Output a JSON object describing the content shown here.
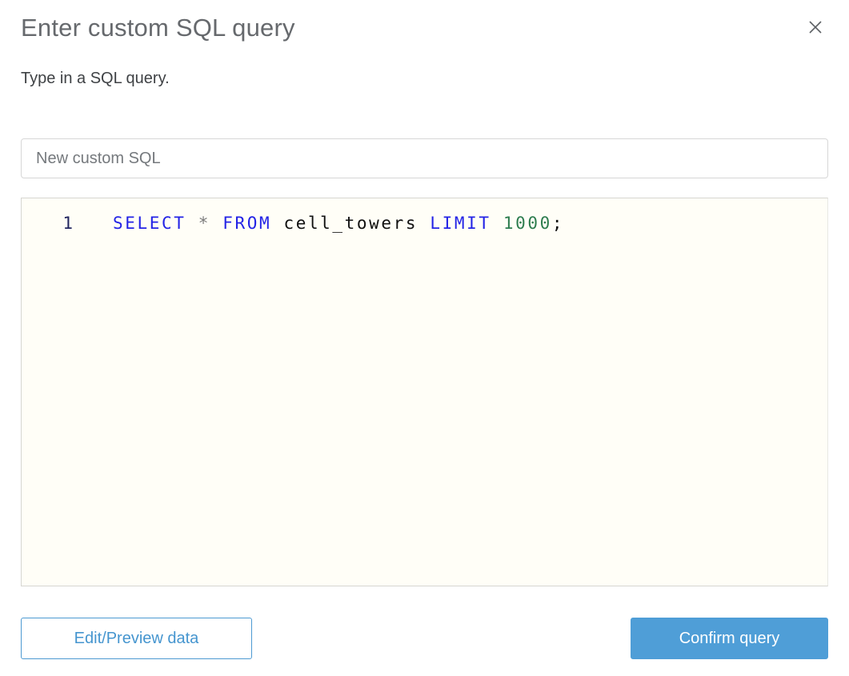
{
  "dialog": {
    "title": "Enter custom SQL query",
    "subtitle": "Type in a SQL query."
  },
  "query_name_input": {
    "value": "New custom SQL"
  },
  "editor": {
    "line_number": "1",
    "code": {
      "kw_select": "SELECT",
      "op_star": "*",
      "kw_from": "FROM",
      "identifier": "cell_towers",
      "kw_limit": "LIMIT",
      "num_literal": "1000",
      "punct_semicolon": ";"
    }
  },
  "footer": {
    "edit_preview_label": "Edit/Preview data",
    "confirm_label": "Confirm query"
  },
  "colors": {
    "title_gray": "#66696d",
    "editor_bg": "#fffef7",
    "keyword_blue": "#2323e6",
    "number_green": "#2e7d4f",
    "operator_gray": "#7b7b7b",
    "line_number_navy": "#22265f",
    "button_blue": "#4f9ed7",
    "outline_button_blue": "#4595cf"
  }
}
